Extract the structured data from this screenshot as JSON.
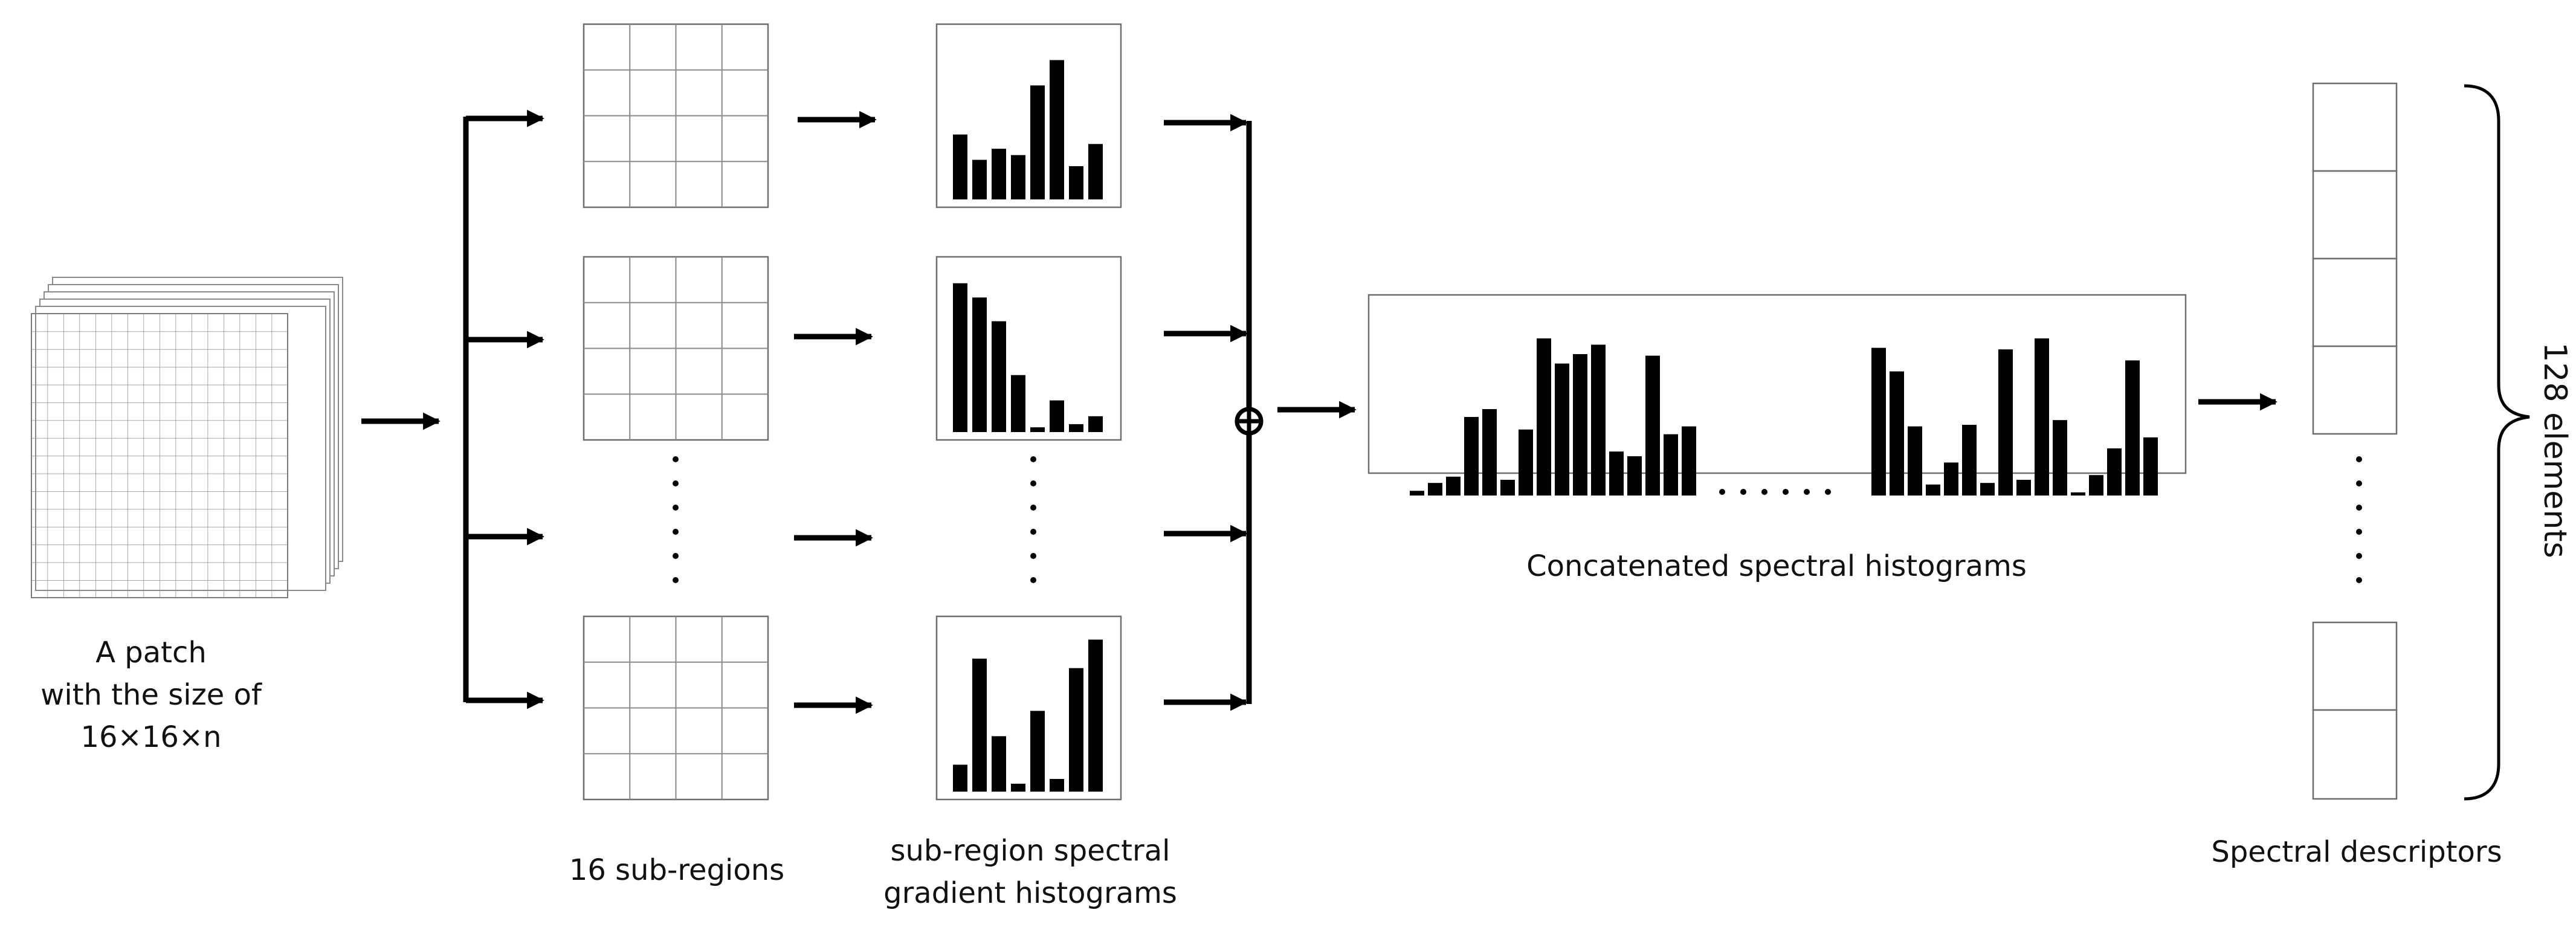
{
  "labels": {
    "patch_line1": "A patch",
    "patch_line2": "with the size of 16×16×n",
    "subregions": "16 sub-regions",
    "subhist_line1": "sub-region spectral",
    "subhist_line2": "gradient histograms",
    "concat": "Concatenated spectral histograms",
    "descriptors": "Spectral descriptors",
    "elements": "128 elements"
  },
  "histograms": {
    "sub_1": [
      0.41,
      0.25,
      0.32,
      0.28,
      0.72,
      0.88,
      0.21,
      0.35
    ],
    "sub_2": [
      0.94,
      0.85,
      0.7,
      0.36,
      0.03,
      0.2,
      0.05,
      0.1
    ],
    "sub_n": [
      0.17,
      0.84,
      0.35,
      0.05,
      0.51,
      0.08,
      0.78,
      0.96
    ],
    "concat_left": [
      0.03,
      0.08,
      0.12,
      0.5,
      0.55,
      0.1,
      0.42,
      1.0,
      0.84,
      0.9,
      0.96,
      0.28,
      0.25,
      0.89,
      0.39,
      0.44
    ],
    "concat_right": [
      0.94,
      0.79,
      0.44,
      0.07,
      0.21,
      0.45,
      0.08,
      0.93,
      0.1,
      1.0,
      0.48,
      0.02,
      0.13,
      0.3,
      0.86,
      0.37
    ]
  },
  "colors": {
    "ink": "#000000",
    "grid": "#8a8a8a",
    "box": "#6e6e6e"
  }
}
